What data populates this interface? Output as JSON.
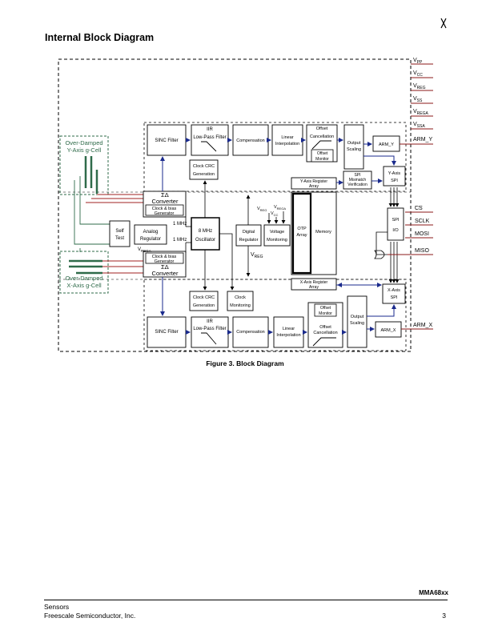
{
  "page": {
    "title": "Internal Block Diagram",
    "caption": "Figure 3. Block Diagram",
    "doc_id": "MMA68xx",
    "footer_line1": "Sensors",
    "footer_line2": "Freescale Semiconductor, Inc.",
    "page_number": "3"
  },
  "diagram": {
    "pins_top": [
      "V",
      "V",
      "V",
      "V",
      "V",
      "V",
      "ARM_Y"
    ],
    "pins_top_sub": [
      "PP",
      "CC",
      "REG",
      "SS",
      "REGA",
      "SSA",
      ""
    ],
    "pins_mid": [
      "CS",
      "SCLK",
      "MOSI",
      "MISO"
    ],
    "pin_arm_x": "ARM_X",
    "cell_y": [
      "Over-Damped",
      "Y-Axis g-Cell"
    ],
    "cell_x": [
      "Over-Damped",
      "X-Axis g-Cell"
    ],
    "sinc_filter": "SINC Filter",
    "iir_lpf": [
      "IIR",
      "Low-Pass Filter"
    ],
    "compensation": "Compensation",
    "linear_interp": [
      "Linear",
      "Interpolation"
    ],
    "offset_cancel": [
      "Offset",
      "Cancellation"
    ],
    "offset_monitor": [
      "Offset",
      "Monitor"
    ],
    "output_scaling": [
      "Output",
      "Scaling"
    ],
    "arm_y_block": "ARM_Y",
    "arm_x_block": "ARM_X",
    "y_axis_spi": [
      "Y-Axis",
      "SPI"
    ],
    "x_axis_spi": [
      "X-Axis",
      "SPI"
    ],
    "spi_mismatch": [
      "SPI",
      "Mismatch",
      "Verification"
    ],
    "spi_io": [
      "SPI",
      "I/O"
    ],
    "y_reg_array": [
      "Y-Axis Register",
      "Array"
    ],
    "x_reg_array": [
      "X-Axis Register",
      "Array"
    ],
    "otp_array": [
      "OTP",
      "Array"
    ],
    "memory": "Memory",
    "clock_crc": [
      "Clock CRC",
      "Generation"
    ],
    "clock_monitoring": [
      "Clock",
      "Monitoring"
    ],
    "oscillator": [
      "8 MHz",
      "Oscillator"
    ],
    "digital_reg": [
      "Digital",
      "Regulator"
    ],
    "voltage_mon": [
      "Voltage",
      "Monitoring"
    ],
    "analog_reg": [
      "Analog",
      "Regulator"
    ],
    "self_test": [
      "Self",
      "Test"
    ],
    "sd_converter": "Converter",
    "sigma_delta": "ΣΔ",
    "clock_bias": [
      "Clock & bias",
      "Generator"
    ],
    "freq_1mhz": "1 MHz",
    "v_rega": "V",
    "v_rega_sub": "REGA",
    "v_reg": "V",
    "v_reg_sub": "REG",
    "v_cc": "V",
    "v_cc_sub": "CC"
  },
  "colors": {
    "pin_line": "#8b1a1a",
    "cell_green": "#2f6b4a",
    "wire_red": "#a02020",
    "wire_blue": "#1a2a8c",
    "wire_green": "#2f6b4a"
  }
}
